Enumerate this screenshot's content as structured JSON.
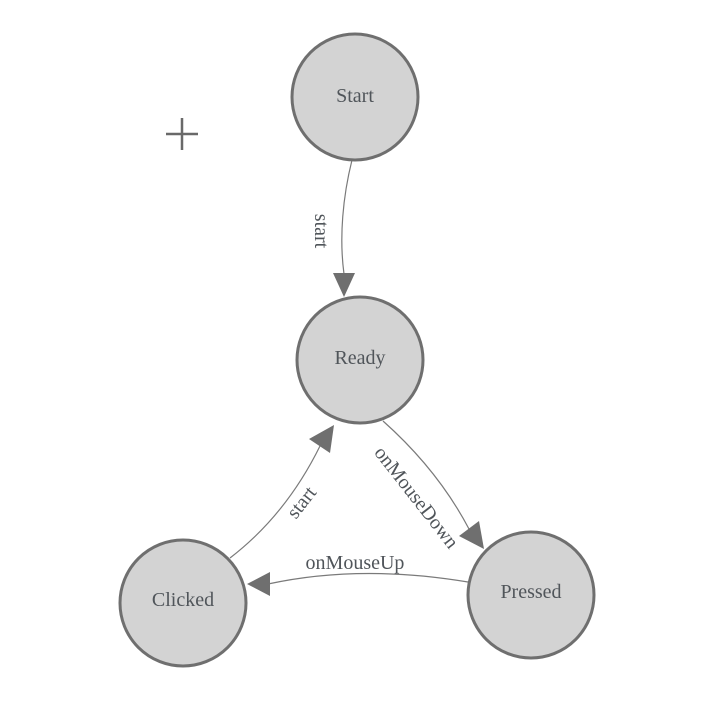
{
  "diagram": {
    "type": "state-diagram",
    "nodes": [
      {
        "id": "start",
        "label": "Start"
      },
      {
        "id": "ready",
        "label": "Ready"
      },
      {
        "id": "clicked",
        "label": "Clicked"
      },
      {
        "id": "pressed",
        "label": "Pressed"
      }
    ],
    "edges": [
      {
        "from": "Start",
        "to": "Ready",
        "label": "start"
      },
      {
        "from": "Ready",
        "to": "Pressed",
        "label": "onMouseDown"
      },
      {
        "from": "Pressed",
        "to": "Clicked",
        "label": "onMouseUp"
      },
      {
        "from": "Clicked",
        "to": "Ready",
        "label": "start"
      }
    ],
    "icons": [
      {
        "name": "plus-crosshair-icon"
      }
    ],
    "colors": {
      "node_fill": "#d3d3d3",
      "node_stroke": "#6f6f6f",
      "edge_stroke": "#7a7a7a",
      "arrow_fill": "#6f6f6f",
      "text_color": "#50555a",
      "plus_color": "#696969",
      "canvas_bg": "#ffffff"
    }
  }
}
